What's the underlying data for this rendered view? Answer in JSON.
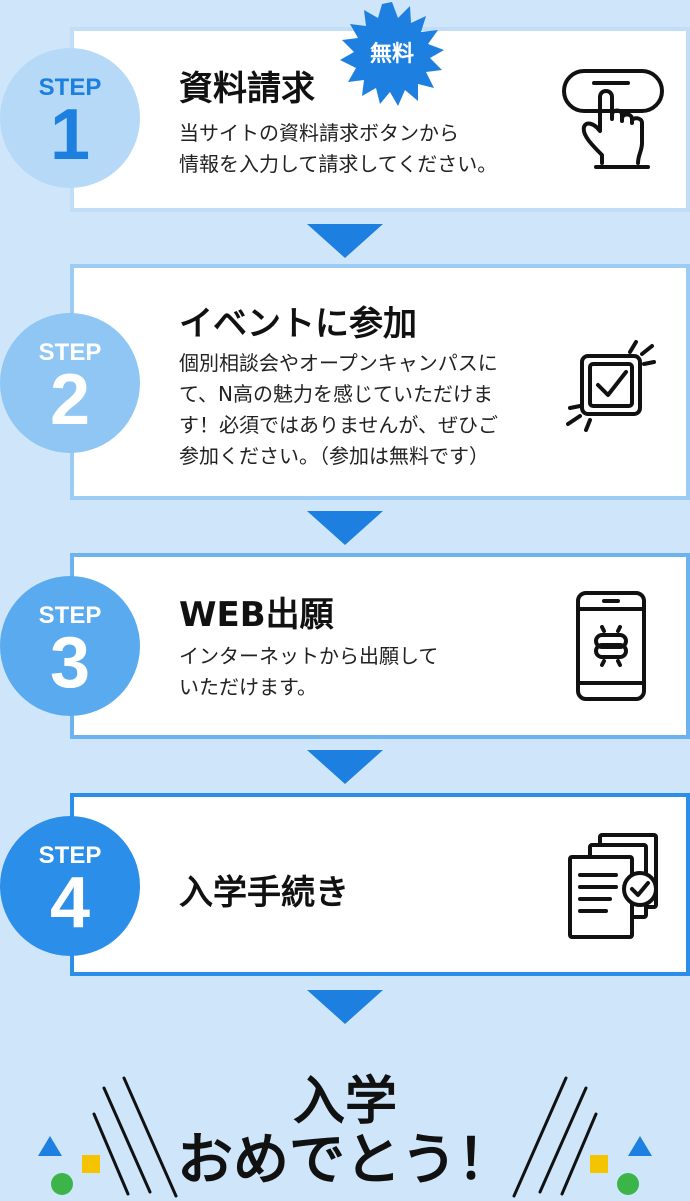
{
  "steps": [
    {
      "step_label": "STEP",
      "number": "1",
      "title": "資料請求",
      "badge": "無料",
      "description": "当サイトの資料請求ボタンから\n情報を入力して請求してください。",
      "icon": "hand-press-button-icon"
    },
    {
      "step_label": "STEP",
      "number": "2",
      "title": "イベントに参加",
      "description": "個別相談会やオープンキャンパスに\nて、N高の魅力を感じていただけま\nす！必須ではありませんが、ぜひご\n参加ください。（参加は無料です）",
      "icon": "checkbox-burst-icon"
    },
    {
      "step_label": "STEP",
      "number": "3",
      "title": "WEB出願",
      "description": "インターネットから出願して\nいただけます。",
      "icon": "smartphone-link-icon"
    },
    {
      "step_label": "STEP",
      "number": "4",
      "title": "入学手続き",
      "description": "",
      "icon": "documents-check-icon"
    }
  ],
  "finale": {
    "line1": "入学",
    "line2": "おめでとう！"
  },
  "colors": {
    "background": "#cfe6fa",
    "accent": "#1d7fe0",
    "step1": "#b6d9f7",
    "step2": "#8fc6f3",
    "step3": "#5aaaf0",
    "step4": "#2b8ee8",
    "yellow": "#f5c400",
    "green": "#3cb44a"
  }
}
